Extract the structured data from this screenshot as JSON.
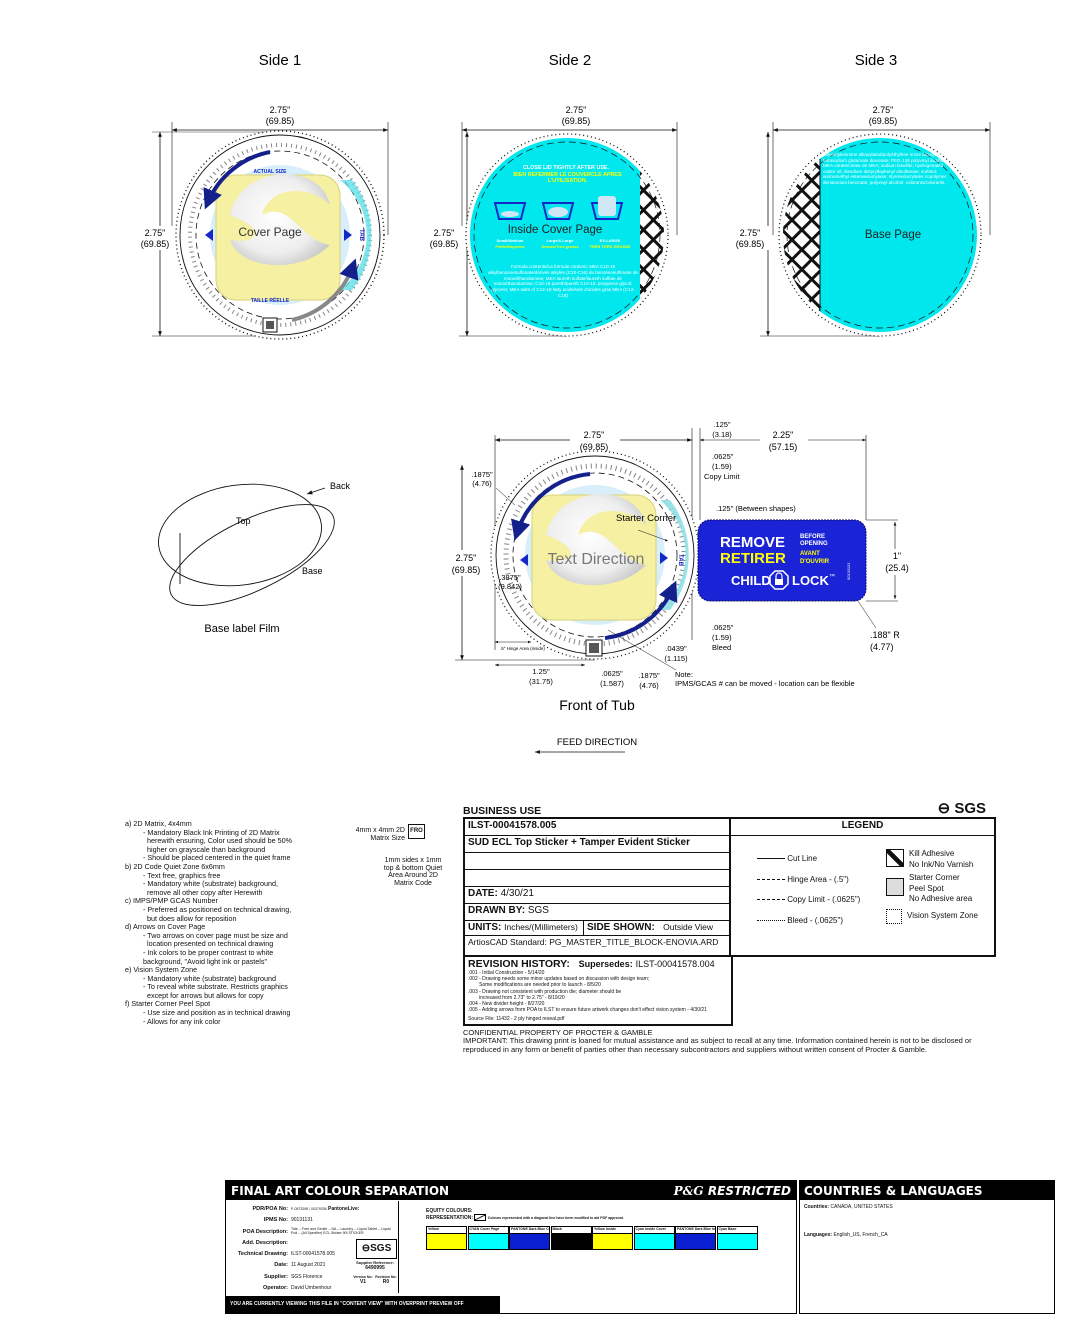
{
  "sides": [
    {
      "title": "Side 1",
      "label": "Cover Page",
      "width_in": "2.75\"",
      "width_mm": "(69.85)",
      "height_in": "2.75\"",
      "height_mm": "(69.85)",
      "actual_size": "ACTUAL SIZE",
      "taille": "TAILLE RÉELLE",
      "tab": "TAB"
    },
    {
      "title": "Side 2",
      "label": "Inside Cover Page",
      "width_in": "2.75\"",
      "width_mm": "(69.85)",
      "height_in": "2.75\"",
      "height_mm": "(69.85)"
    },
    {
      "title": "Side 3",
      "label": "Base Page",
      "width_in": "2.75\"",
      "width_mm": "(69.85)",
      "height_in": "2.75\"",
      "height_mm": "(69.85)"
    }
  ],
  "side2": {
    "close_lid": "CLOSE LID TIGHTLY AFTER USE.",
    "close_lid_fr": "BIEN REFERMER LE COUVERCLE APRÈS L'UTILISATION.",
    "sizes": [
      {
        "en": "Small/Medium",
        "fr": "Petite/Moyenne"
      },
      {
        "en": "Large/X-Large",
        "fr": "Grosse/Très grosse"
      },
      {
        "en": "EX-LARGE",
        "fr": "TRÈS TRÈS GROSSE"
      }
    ],
    "formula": "Formula contents/La formule contient: MEA C10-16 alkylbenzenesulfonate/dérivés alkylés (C10-C16) du benzènesulfonate de monoéthanolamine; MEA laureth sulfate/laureth sulfate de monoéthanolamine; C10-16 pareth/pareth C10-16; propylene glycol; glycerin; MEA salts of C12-18 fatty acids/sels d'acides gras MEA (C12-C18)"
  },
  "side3": {
    "ingredients": "polyethylenimine alkoxylated/polyéthylène imine alcoxylée; tetrasodium glutamate diacetate; PEG-136 polyvinyl alcohol; MEA-citrate/citrate de MEA; sodium bisulfite; hydrogenated castor oil; disodium distyrylbiphenyl disulfonate; sorbitol; aminomethyl esterase/amylase; styrene/acrylates copolymer; denatonium benzoate; polyvinyl alcohol; colorants/colorants."
  },
  "base_film": {
    "back": "Back",
    "top": "Top",
    "base": "Base",
    "caption": "Base label Film"
  },
  "front": {
    "title": "Front of Tub",
    "center_label": "Text Direction",
    "width_in": "2.75\"",
    "width_mm": "(69.85)",
    "height_in": "2.75\"",
    "height_mm": "(69.85)",
    "d1875_in": ".1875\"",
    "d1875_mm": "(4.76)",
    "d3875_in": ".3875\"",
    "d3875_mm": "(9.842)",
    "hinge": ".5\" Hinge Area (inside)",
    "d125_in": "1.25\"",
    "d125_mm": "(31.75)",
    "d0625b_in": ".0625\"",
    "d0625b_mm": "(1.587)",
    "d1875b_in": ".1875\"",
    "d1875b_mm": "(4.76)",
    "d0439_in": ".0439\"",
    "d0439_mm": "(1.115)",
    "starter": "Starter Corner",
    "gap_in": ".125\"",
    "gap_mm": "(3.18)",
    "sticker_w_in": "2.25\"",
    "sticker_w_mm": "(57.15)",
    "copy_in": ".0625\"",
    "copy_mm": "(1.59)",
    "copy_label": "Copy Limit",
    "between": ".125\" (Between shapes)",
    "sticker_h_in": "1\"",
    "sticker_h_mm": "(25.4)",
    "bleed_in": ".0625\"",
    "bleed_mm": "(1.59)",
    "bleed_label": "Bleed",
    "radius_in": ".188\" R",
    "radius_mm": "(4.77)",
    "note": "Note:",
    "note_text": "IPMS/GCAS # can be moved - location can be flexible",
    "tab": "TAB"
  },
  "sticker": {
    "remove": "REMOVE",
    "before": "BEFORE",
    "opening": "OPENING",
    "retirer": "RETIRER",
    "avant": "AVANT",
    "ouvrir": "D'OUVRIR",
    "child": "CHILD",
    "lock": "LOCK",
    "tm": "™",
    "code": "90131131"
  },
  "feed_direction": "FEED DIRECTION",
  "matrix": {
    "label": "4mm x 4mm 2D Matrix Size",
    "code": "FRO",
    "quiet": "1mm sides x 1mm top & bottom Quiet Area Around 2D Matrix Code"
  },
  "notes": [
    {
      "t": "a) 2D Matrix, 4x4mm",
      "c": "h"
    },
    {
      "t": "- Mandatory Black Ink Printing of 2D Matrix",
      "c": "i"
    },
    {
      "t": "herewith ensuring, Color used should be 50%",
      "c": "i2"
    },
    {
      "t": "higher on grayscale than background",
      "c": "i2"
    },
    {
      "t": "- Should be placed centered in the quiet frame",
      "c": "i"
    },
    {
      "t": "b) 2D Code Quiet Zone 6x6mm",
      "c": "h"
    },
    {
      "t": "- Text free, graphics free",
      "c": "i"
    },
    {
      "t": "- Mandatory white (substrate) background,",
      "c": "i"
    },
    {
      "t": "remove all other copy after Herewith",
      "c": "i2"
    },
    {
      "t": "c) IMPS/PMP GCAS Number",
      "c": "h"
    },
    {
      "t": "- Preferred as positioned on technical drawing,",
      "c": "i"
    },
    {
      "t": "but does allow for reposition",
      "c": "i2"
    },
    {
      "t": "d) Arrows on Cover Page",
      "c": "h"
    },
    {
      "t": "- Two arrows on cover page must be size and",
      "c": "i"
    },
    {
      "t": "location presented on technical drawing",
      "c": "i2"
    },
    {
      "t": "- Ink colors to be proper contrast to white",
      "c": "i"
    },
    {
      "t": "background, \"Avoid light ink or pastels\"",
      "c": "i"
    },
    {
      "t": "e) Vision System Zone",
      "c": "h"
    },
    {
      "t": "- Mandatory white (substrate) background",
      "c": "i"
    },
    {
      "t": "- To reveal white substrate. Restricts graphics",
      "c": "i"
    },
    {
      "t": "except for arrows but allows for copy",
      "c": "i2"
    },
    {
      "t": "f) Starter Corner Peel Spot",
      "c": "h"
    },
    {
      "t": "- Use size and position as in technical drawing",
      "c": "i"
    },
    {
      "t": "- Allows for any ink color",
      "c": "i"
    }
  ],
  "business": {
    "heading": "BUSINESS USE",
    "logo": "SGS",
    "ilst": "ILST-00041578.005",
    "description": "SUD ECL Top Sticker + Tamper Evident Sticker",
    "date_label": "DATE:",
    "date": "4/30/21",
    "drawn_label": "DRAWN BY:",
    "drawn": "SGS",
    "units_label": "UNITS:",
    "units": "Inches/(Millimeters)",
    "side_label": "SIDE SHOWN:",
    "side": "Outside View",
    "artios": "ArtiosCAD Standard:  PG_MASTER_TITLE_BLOCK-ENOVIA.ARD",
    "rev_label": "REVISION HISTORY:",
    "supersedes_label": "Supersedes:",
    "supersedes": "ILST-00041578.004",
    "revisions": [
      ".001 - Initial Construction - 5/14/20",
      ".002 - Drawing needs some minor updates based on discussion with design team;",
      "        Some modifications are needed prior to launch - 8/5/20",
      ".003 - Drawing not consistent with production die; diameter should be",
      "        increased from 2.73\" to 2.75\" - 8/19/20",
      ".004 - New divider height - 8/27/20",
      ".005 - Adding arrows from POA to ILST to ensure future artwork changes don't effect vision system - 4/30/21"
    ],
    "source": "Source File: 11432 - 2 ply hinged reseal.pdf",
    "legend_title": "LEGEND",
    "legend": {
      "cut": "Cut Line",
      "hinge": "Hinge Area - (.5\")",
      "copy": "Copy Limit - (.0625\")",
      "bleed": "Bleed - (.0625\")",
      "kill1": "Kill Adhesive",
      "kill2": "No Ink/No Varnish",
      "starter1": "Starter Corner",
      "starter2": "Peel Spot",
      "starter3": "No Adhesive area",
      "vision": "Vision System Zone"
    },
    "confidential": "CONFIDENTIAL PROPERTY OF PROCTER & GAMBLE",
    "important": "IMPORTANT:  This drawing print is loaned for mutual assistance and as subject to recall at any time.  Information contained herein is not to be disclosed or reproduced in any form or benefit of parties other than necessary subcontractors and suppliers without written consent of Procter & Gamble."
  },
  "final_art": {
    "title": "FINAL ART COLOUR SEPARATION",
    "brand": "P&G",
    "restricted": "RESTRICTED",
    "pdr_label": "PDR/POA No:",
    "pdr": "P-0873298 / 00379336",
    "pantone_label": "PantoneLive:",
    "ipms_label": "IPMS No:",
    "ipms": "90131131",
    "poa_label": "POA Description:",
    "poa": "Tide -- Free and Gentle -- NA -- Laundry -- Liquid Tablet -- Liquid Pod -- (All Specifier) ECL Sticker 90I STICKER",
    "add_label": "Add. Description:",
    "tech_label": "Technical Drawing:",
    "tech": "ILST-00041578.005",
    "date_label": "Date:",
    "date": "11 August 2021",
    "supplier_label": "Supplier:",
    "supplier": "SGS Florence",
    "operator_label": "Operator:",
    "operator": "David Umbenhour",
    "logo": "SGS",
    "supplier_ref_label": "Supplier Reference:",
    "supplier_ref": "6490995",
    "version_label": "Version No:",
    "version": "V1",
    "revision_label": "Revision No:",
    "revision": "R0",
    "equity_label": "EQUITY COLOURS:",
    "repr_label": "REPRESENTATION:",
    "repr_note": "Colours represented with a diagonal line have been modified to aid PDF approval.",
    "swatches": [
      {
        "name": "Yellow",
        "color": "#ffff00"
      },
      {
        "name": "CYAN Cover Page",
        "color": "#00ffff"
      },
      {
        "name": "PANTONE Dark Blue Cover",
        "color": "#0a1ed2"
      },
      {
        "name": "Black",
        "color": "#000000"
      },
      {
        "name": "Yellow Inside",
        "color": "#ffff00"
      },
      {
        "name": "Cyan Inside Cover",
        "color": "#00ffff"
      },
      {
        "name": "PANTONE Dark Blue Inside",
        "color": "#0a1ed2"
      },
      {
        "name": "Cyan Base",
        "color": "#00ffff"
      }
    ],
    "content_view": "YOU ARE CURRENTLY VIEWING THIS FILE IN \"CONTENT VIEW\" WITH OVERPRINT PREVIEW OFF"
  },
  "countries": {
    "title": "COUNTRIES & LANGUAGES",
    "countries_label": "Countries:",
    "countries": "CANADA, UNITED STATES",
    "languages_label": "Languages:",
    "languages": "English_US, French_CA"
  },
  "colors": {
    "cyan": "#00e5ee",
    "dark_blue": "#1428c8",
    "sticker_blue": "#1a24d6",
    "yellow": "#f6f3a0"
  }
}
